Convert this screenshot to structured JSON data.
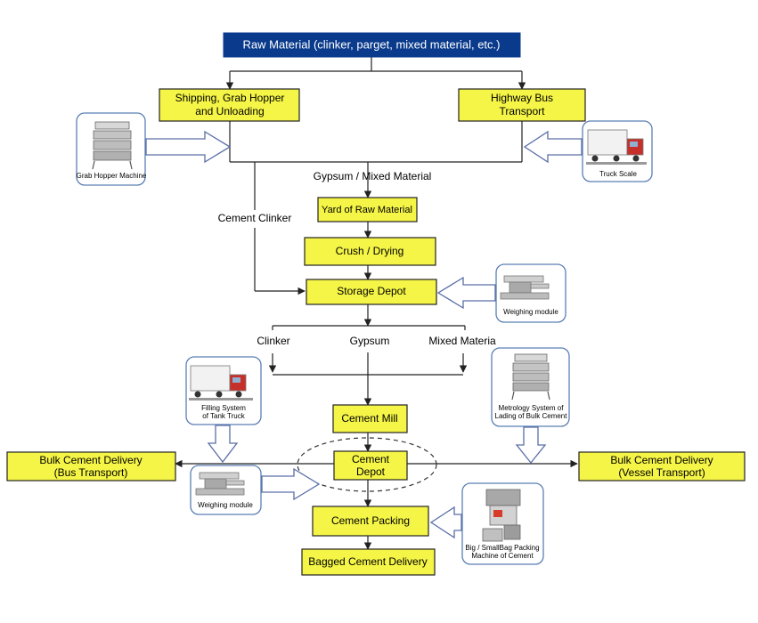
{
  "header": {
    "raw_material": "Raw Material (clinker, parget, mixed material, etc.)"
  },
  "boxes": {
    "shipping": [
      "Shipping, Grab Hopper",
      "and Unloading"
    ],
    "highway": [
      "Highway Bus",
      "Transport"
    ],
    "yard": "Yard of Raw Material",
    "crush": "Crush / Drying",
    "storage": "Storage Depot",
    "cement_mill": "Cement Mill",
    "cement_depot": [
      "Cement",
      "Depot"
    ],
    "bulk_bus": [
      "Bulk Cement Delivery",
      "(Bus Transport)"
    ],
    "bulk_vessel": [
      "Bulk Cement Delivery",
      "(Vessel Transport)"
    ],
    "packing": "Cement Packing",
    "bagged": "Bagged Cement Delivery"
  },
  "labels": {
    "gypsum_mixed": "Gypsum / Mixed Material",
    "cement_clinker": "Cement Clinker",
    "clinker": "Clinker",
    "gypsum": "Gypsum",
    "mixed_materia": "Mixed Materia"
  },
  "equipment": {
    "grab_hopper": "Grab Hopper Machine",
    "truck_scale": "Truck Scale",
    "weighing_module_top": "Weighing module",
    "filling_system": [
      "Filling System",
      "of Tank Truck"
    ],
    "metrology": [
      "Metrology System of",
      "Lading of Bulk Cement"
    ],
    "weighing_module_bottom": "Weighing module",
    "packing_machine": [
      "Big / SmallBag Packing",
      "Machine of Cement"
    ]
  },
  "colors": {
    "box_fill": "#f5f547",
    "header_fill": "#0a3a8c",
    "card_border": "#5b7fb5"
  }
}
